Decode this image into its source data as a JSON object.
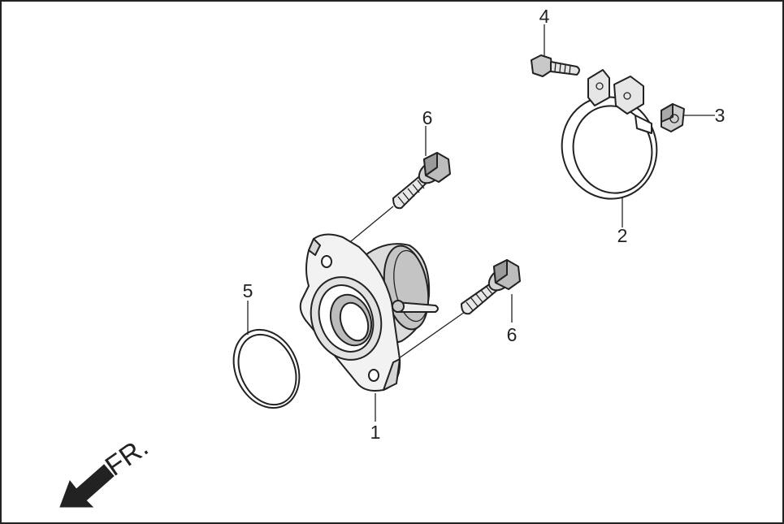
{
  "diagram": {
    "direction_label": "FR.",
    "callouts": {
      "hub_bearing": "1",
      "clamp_ring": "2",
      "nut": "3",
      "clamp_bolt": "4",
      "o_ring": "5",
      "bolt_upper": "6",
      "bolt_lower": "6"
    },
    "colors": {
      "line": "#222222",
      "shade_light": "#d8d8d8",
      "shade_mid": "#b8b8b8",
      "shade_dark": "#8a8a8a"
    }
  }
}
